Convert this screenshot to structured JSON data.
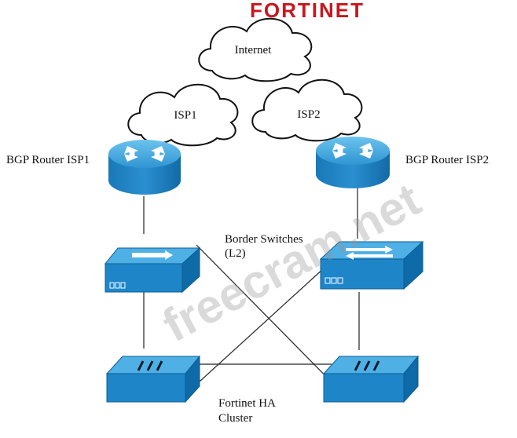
{
  "logo": {
    "text": "FORTINET",
    "color": "#c9161d"
  },
  "watermark": {
    "text": "freecram.net"
  },
  "clouds": {
    "internet": "Internet",
    "isp1": "ISP1",
    "isp2": "ISP2"
  },
  "labels": {
    "router_isp1": "BGP Router ISP1",
    "router_isp2": "BGP Router ISP2",
    "border_switches_line1": "Border Switches",
    "border_switches_line2": "(L2)",
    "ha_cluster_line1": "Fortinet HA",
    "ha_cluster_line2": "Cluster"
  },
  "colors": {
    "device_blue": "#1e86c8",
    "device_dark": "#0b5d93",
    "device_light": "#4fb0e6",
    "link": "#222222"
  }
}
